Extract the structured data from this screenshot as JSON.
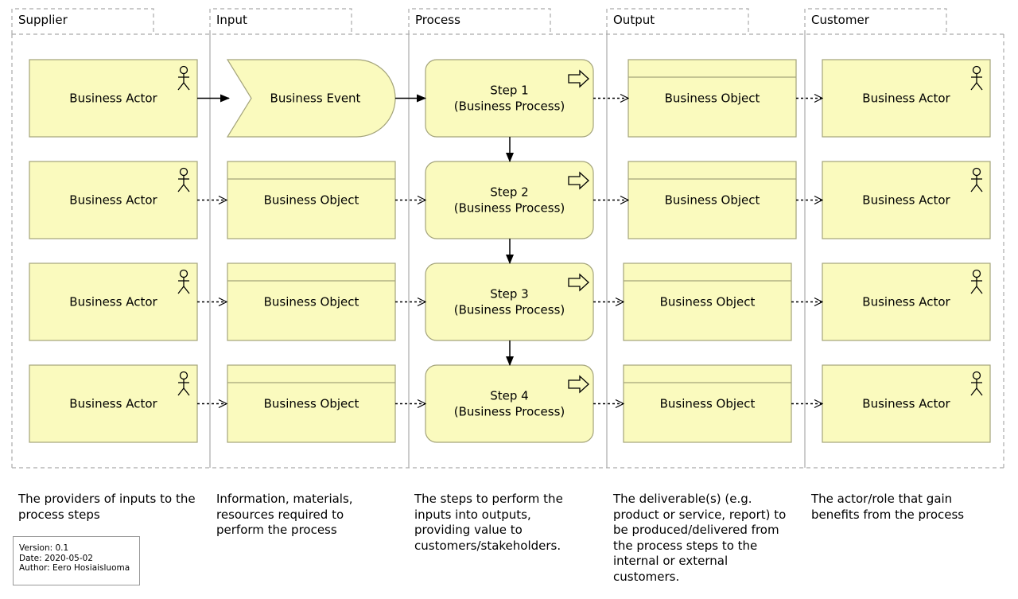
{
  "lanes": [
    "Supplier",
    "Input",
    "Process",
    "Output",
    "Customer"
  ],
  "suppliers": [
    "Business Actor",
    "Business Actor",
    "Business Actor",
    "Business Actor"
  ],
  "inputs": [
    "Business Event",
    "Business Object",
    "Business Object",
    "Business Object"
  ],
  "steps": [
    [
      "Step 1",
      "(Business Process)"
    ],
    [
      "Step 2",
      "(Business Process)"
    ],
    [
      "Step 3",
      "(Business Process)"
    ],
    [
      "Step 4",
      "(Business Process)"
    ]
  ],
  "outputs": [
    "Business Object",
    "Business Object",
    "Business Object",
    "Business Object"
  ],
  "customers": [
    "Business Actor",
    "Business Actor",
    "Business Actor",
    "Business Actor"
  ],
  "descriptions": [
    [
      "The providers of inputs to the",
      "process steps"
    ],
    [
      "Information, materials,",
      "resources required to",
      "perform the process"
    ],
    [
      "The steps to perform the",
      "inputs into outputs,",
      "providing value to",
      "customers/stakeholders."
    ],
    [
      "The deliverable(s) (e.g.",
      "product or service, report) to",
      "be produced/delivered from",
      "the process steps to the",
      "internal or external",
      "customers."
    ],
    [
      "The actor/role that gain",
      "benefits from the process"
    ]
  ],
  "meta": {
    "version": "Version: 0.1",
    "date": "Date: 2020-05-02",
    "author": "Author: Eero Hosiaisluoma"
  },
  "colors": {
    "element_fill": "#fafabe",
    "element_stroke": "#a3a37a",
    "lane_border": "#aaaaaa"
  }
}
